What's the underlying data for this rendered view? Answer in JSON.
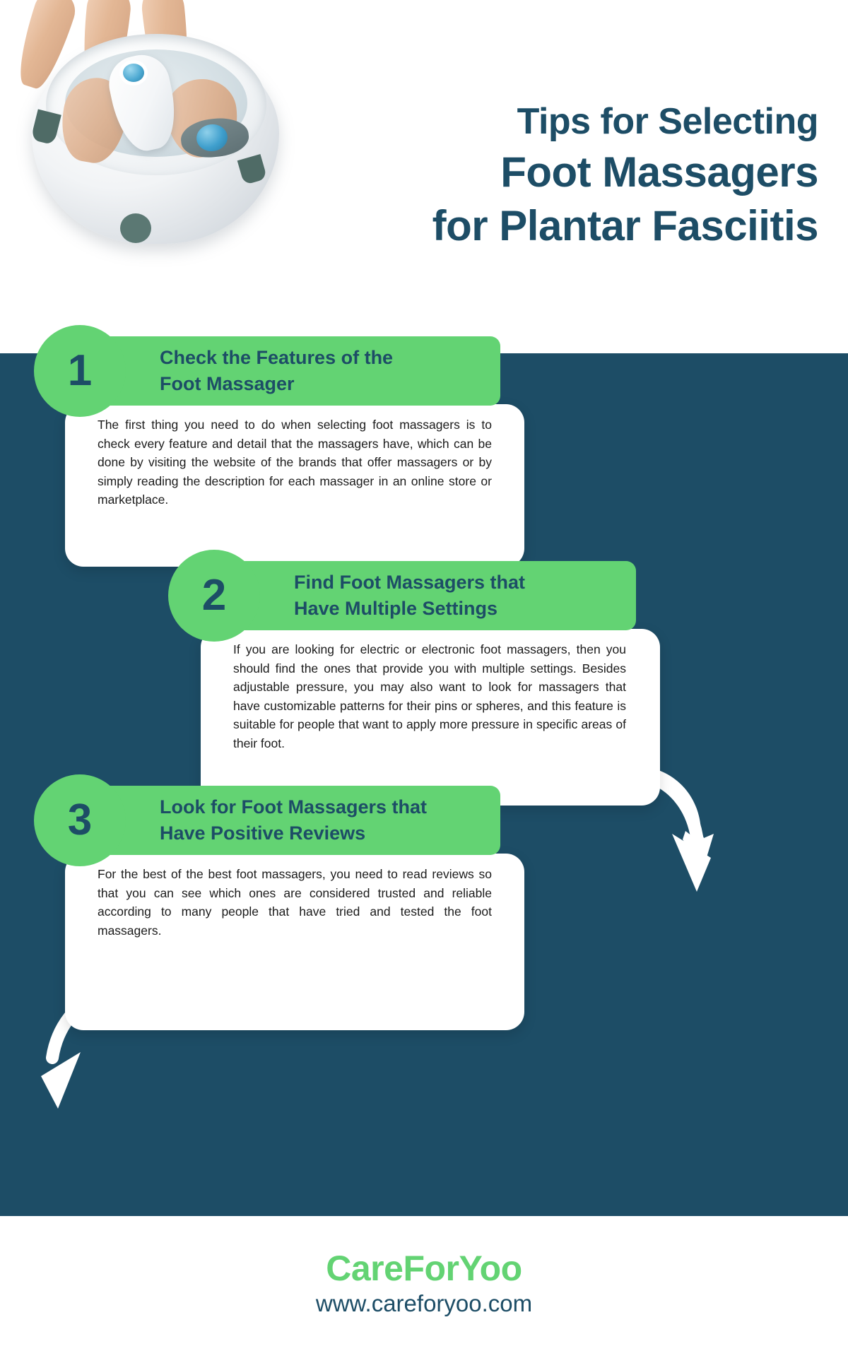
{
  "header": {
    "title_lines": [
      "Tips for Selecting",
      "Foot Massagers",
      "for Plantar Fasciitis"
    ],
    "photo_alt": "foot-spa-massager-photo"
  },
  "colors": {
    "navy": "#1d4d66",
    "green": "#63d373",
    "white": "#ffffff",
    "body_text": "#1b1b1b"
  },
  "steps": [
    {
      "number": "1",
      "heading_line_1": "Check the Features of the",
      "heading_line_2": "Foot Massager",
      "body": "The first thing you need to do when selecting foot massagers is to check every feature and detail that the massagers have, which can be done by visiting the website of the brands that offer massagers or by simply reading the description for each massager in an online store or marketplace."
    },
    {
      "number": "2",
      "heading_line_1": "Find Foot Massagers that",
      "heading_line_2": "Have Multiple Settings",
      "body": "If you are looking for electric or electronic foot massagers, then you should find the ones that provide you with multiple settings. Besides adjustable pressure, you may also want to look for massagers that have customizable patterns for their pins or spheres, and this feature is suitable for people that want to apply more pressure in specific areas of their foot."
    },
    {
      "number": "3",
      "heading_line_1": "Look for Foot Massagers that",
      "heading_line_2": "Have Positive Reviews",
      "body": "For the best of the best foot massagers, you need to read reviews so that you can see which ones are considered trusted and reliable according to many people that have tried and tested the foot massagers."
    }
  ],
  "decorations": {
    "arrow_right": "curved-arrow-right-down-icon",
    "arrow_left": "curved-arrow-left-down-icon"
  },
  "footer": {
    "brand": "CareForYoo",
    "url": "www.careforyoo.com"
  }
}
